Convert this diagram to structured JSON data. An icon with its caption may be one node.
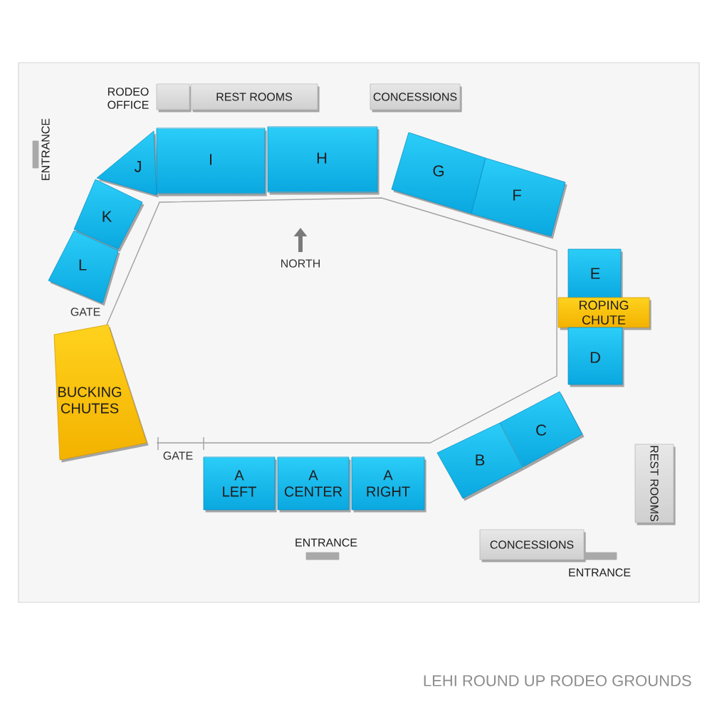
{
  "diagram": {
    "title": "LEHI ROUND UP RODEO GROUNDS",
    "nodes": [
      {
        "text": [],
        "shape": "box",
        "beside": [
          "RODEO OFFICE"
        ]
      },
      {
        "text": [
          "REST ROOMS"
        ]
      },
      {
        "text": [
          "CONCESSIONS"
        ]
      },
      {
        "text": [
          "ENTRANCE"
        ]
      },
      {
        "text": [
          "J"
        ]
      },
      {
        "text": [
          "I"
        ]
      },
      {
        "text": [
          "H"
        ]
      },
      {
        "text": [
          "G"
        ]
      },
      {
        "text": [
          "F"
        ]
      },
      {
        "text": [
          "K"
        ]
      },
      {
        "text": [
          "L"
        ]
      },
      {
        "text": [
          "E"
        ]
      },
      {
        "text": [
          "ROPING CHUTE"
        ]
      },
      {
        "text": [
          "D"
        ]
      },
      {
        "text": [
          "BUCKING CHUTES"
        ]
      },
      {
        "text": [
          "C"
        ]
      },
      {
        "text": [
          "B"
        ]
      },
      {
        "text": [
          "REST ROOMS"
        ]
      },
      {
        "text": [
          "A LEFT"
        ]
      },
      {
        "text": [
          "A CENTER"
        ]
      },
      {
        "text": [
          "A RIGHT"
        ]
      },
      {
        "text": [
          "ENTRANCE"
        ]
      },
      {
        "text": [
          "CONCESSIONS"
        ]
      },
      {
        "text": [
          "ENTRANCE"
        ]
      }
    ],
    "labels": [
      "NORTH",
      "GATE",
      "GATE"
    ]
  }
}
